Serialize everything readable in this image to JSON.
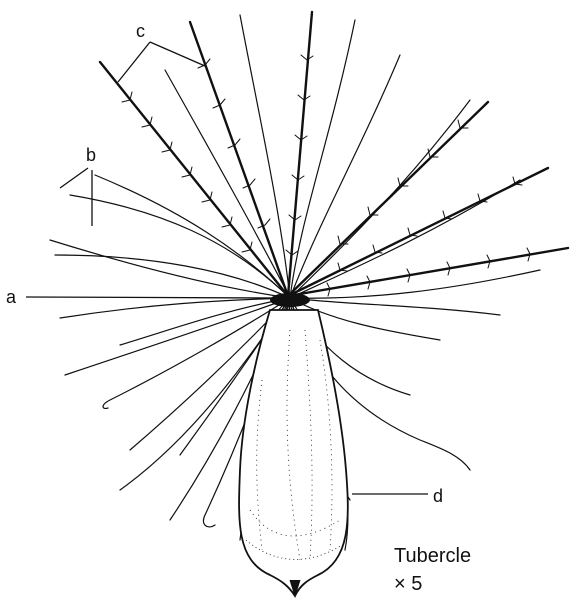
{
  "labels": {
    "a": "a",
    "b": "b",
    "c": "c",
    "d": "d"
  },
  "caption": {
    "title": "Tubercle",
    "magnification": "× 5"
  },
  "colors": {
    "ink": "#111111",
    "background": "#ffffff"
  }
}
